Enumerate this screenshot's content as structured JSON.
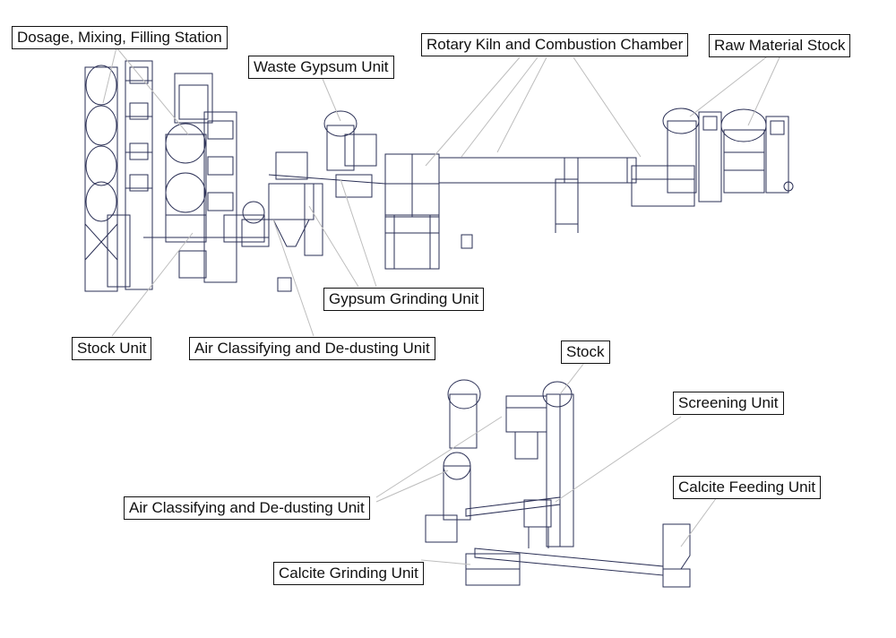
{
  "labels": {
    "dosage": "Dosage, Mixing, Filling Station",
    "waste_gypsum": "Waste Gypsum Unit",
    "rotary_kiln": "Rotary Kiln and Combustion Chamber",
    "raw_material": "Raw Material Stock",
    "gypsum_grinding": "Gypsum Grinding Unit",
    "stock_unit": "Stock Unit",
    "air_classifying_top": "Air Classifying and De-dusting Unit",
    "stock": "Stock",
    "screening": "Screening Unit",
    "calcite_feeding": "Calcite Feeding Unit",
    "air_classifying_bottom": "Air Classifying and De-dusting Unit",
    "calcite_grinding": "Calcite Grinding Unit"
  },
  "colors": {
    "line": "#2a2f55",
    "leader": "#bdbdbd",
    "label_border": "#111111"
  }
}
